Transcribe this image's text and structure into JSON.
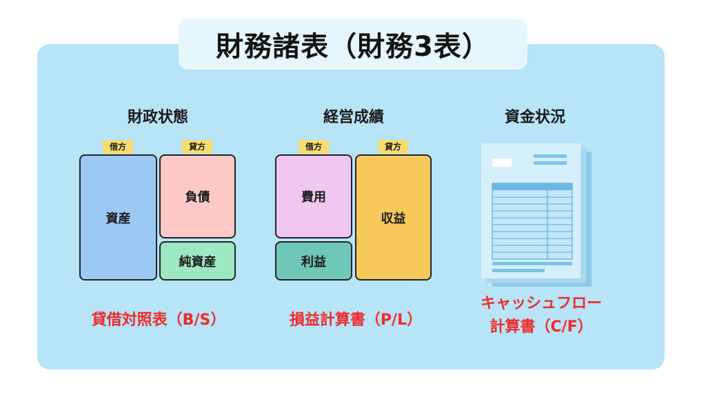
{
  "title": "財務諸表（財務3表）",
  "sections": {
    "balance_sheet": {
      "heading": "財政状態",
      "debit_tag": "借方",
      "credit_tag": "貸方",
      "asset": "資産",
      "liability": "負債",
      "equity": "純資産",
      "caption": "貸借対照表（B/S）"
    },
    "income_statement": {
      "heading": "経営成績",
      "debit_tag": "借方",
      "credit_tag": "貸方",
      "expense": "費用",
      "profit": "利益",
      "revenue": "収益",
      "caption": "損益計算書（P/L）"
    },
    "cash_flow": {
      "heading": "資金状況",
      "caption_line1": "キャッシュフロー",
      "caption_line2": "計算書（C/F）",
      "icon": "document-stack-icon"
    }
  },
  "colors": {
    "panel": "#b7e4f6",
    "asset": "#9dc8f4",
    "liability": "#fdc9c7",
    "equity": "#9ee7c3",
    "expense": "#efc7ef",
    "profit": "#6fc7b7",
    "revenue": "#f7c85a",
    "tag": "#f7dc6f",
    "caption": "#ef2b2b"
  }
}
